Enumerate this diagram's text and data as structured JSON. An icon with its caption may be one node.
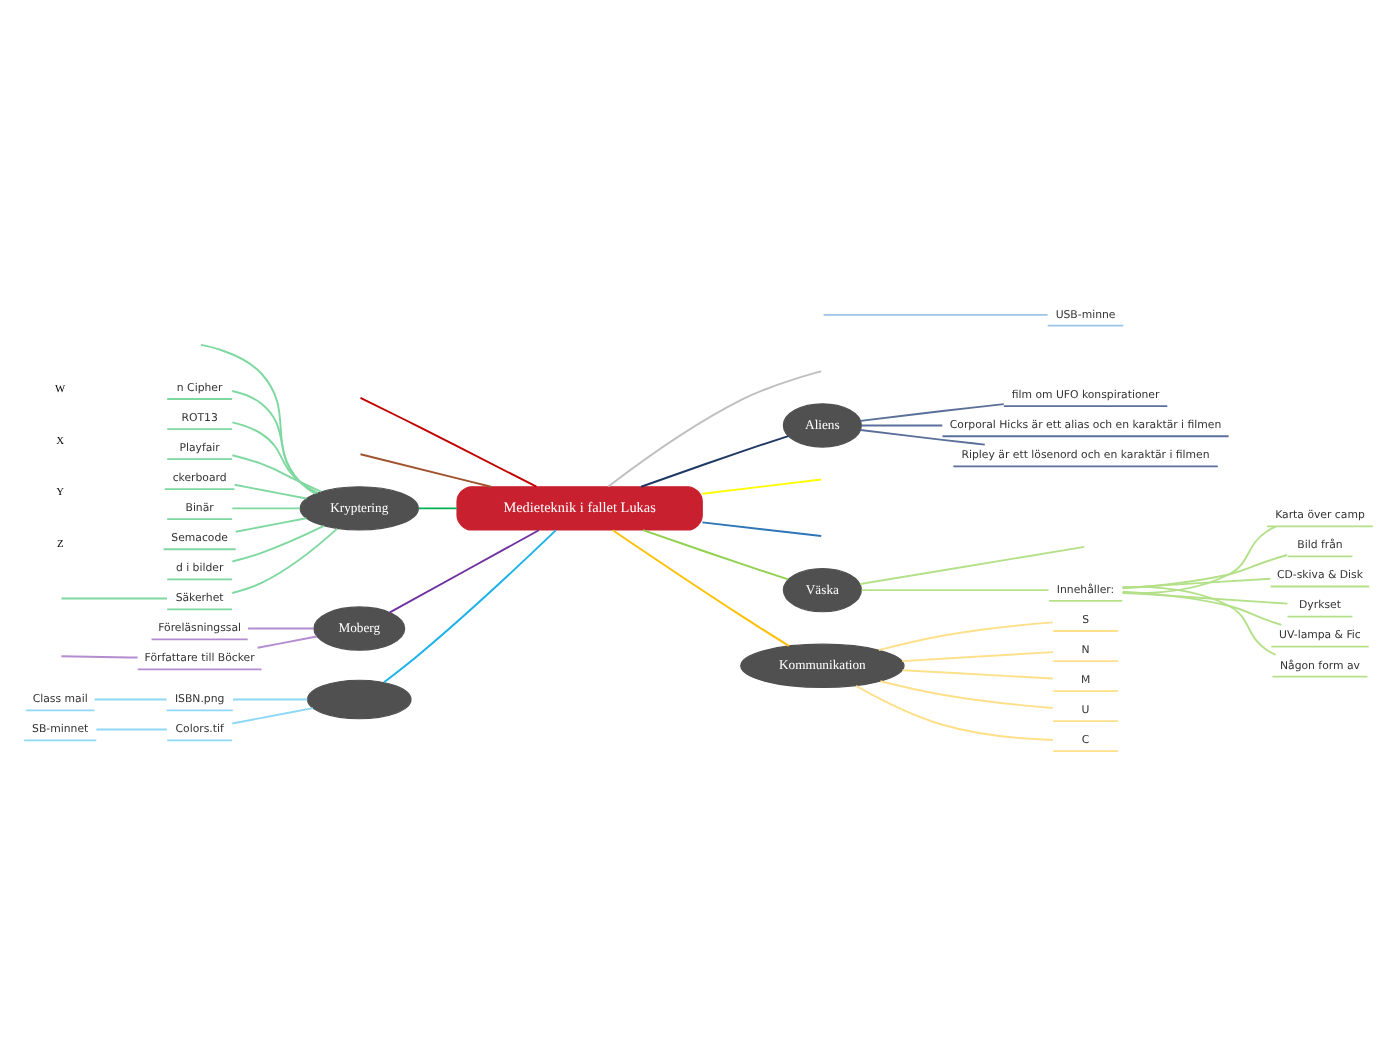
{
  "diagram": {
    "nodes": [
      {
        "text": [
          "Medieteknik i fallet Lukas"
        ]
      },
      {
        "text": [
          "Väska"
        ]
      },
      {
        "text": [
          "Innehåller:"
        ]
      },
      {
        "text": [
          "Karta över camp"
        ]
      },
      {
        "text": [
          "Bild från"
        ]
      },
      {
        "text": [
          "CD-skiva & Disk"
        ]
      },
      {
        "text": [
          "Dyrkset"
        ]
      },
      {
        "text": [
          "UV-lampa & Fic"
        ]
      },
      {
        "text": [
          "Någon form av"
        ]
      },
      {
        "text": [
          "Kryptering"
        ]
      },
      {
        "text": [
          "n Cipher"
        ]
      },
      {
        "text": [
          "ROT13"
        ]
      },
      {
        "text": [
          "Playfair"
        ]
      },
      {
        "text": [
          "ckerboard"
        ]
      },
      {
        "text": [
          "Binär"
        ]
      },
      {
        "text": [
          "Semacode"
        ]
      },
      {
        "text": [
          "d i bilder"
        ]
      },
      {
        "text": [
          "Säkerhet"
        ]
      },
      {
        "text": [
          "Kommunikation"
        ]
      },
      {
        "text": [
          "S"
        ]
      },
      {
        "text": [
          "N"
        ]
      },
      {
        "text": [
          "M"
        ]
      },
      {
        "text": [
          "U"
        ]
      },
      {
        "text": [
          "C"
        ]
      },
      {
        "text": [
          "Moberg"
        ]
      },
      {
        "text": [
          "Föreläsningssal"
        ]
      },
      {
        "text": [
          "Författare till Böcker"
        ]
      },
      {
        "text": [
          "Aliens"
        ]
      },
      {
        "text": [
          "film om UFO konspirationer"
        ]
      },
      {
        "text": [
          "Corporal Hicks är ett alias och en karaktär i filmen"
        ]
      },
      {
        "text": [
          "Ripley är ett lösenord och en karaktär i filmen"
        ]
      },
      {
        "text": [
          "USB-minne"
        ]
      },
      {
        "text": [],
        "shape": "ellipse"
      },
      {
        "text": [
          "ISBN.png"
        ]
      },
      {
        "text": [
          "Class mail"
        ]
      },
      {
        "text": [
          "Colors.tif"
        ]
      },
      {
        "text": [
          "SB-minnet"
        ]
      }
    ],
    "edges": [
      {
        "from": 0,
        "to": null,
        "arrow": "none",
        "color": "#bfbfbf"
      },
      {
        "from": 0,
        "to": null,
        "arrow": "none",
        "color": "#c00000"
      },
      {
        "from": 0,
        "to": 1,
        "arrow": "none",
        "color": "#92d050"
      },
      {
        "from": 1,
        "to": null,
        "arrow": "none",
        "color": "#b5e08a"
      },
      {
        "from": 1,
        "to": 2,
        "arrow": "none",
        "color": "#b5e08a"
      },
      {
        "from": 2,
        "to": 3,
        "arrow": "none",
        "color": "#b5e08a"
      },
      {
        "from": 2,
        "to": 4,
        "arrow": "none",
        "color": "#b5e08a"
      },
      {
        "from": 2,
        "to": 5,
        "arrow": "none",
        "color": "#b5e08a"
      },
      {
        "from": 2,
        "to": 6,
        "arrow": "none",
        "color": "#b5e08a"
      },
      {
        "from": 2,
        "to": 7,
        "arrow": "none",
        "color": "#b5e08a"
      },
      {
        "from": 2,
        "to": 8,
        "arrow": "none",
        "color": "#b5e08a"
      },
      {
        "from": 0,
        "to": 9,
        "arrow": "none",
        "color": "#00b050"
      },
      {
        "from": 9,
        "to": null,
        "arrow": "none",
        "color": "#7fd8a0"
      },
      {
        "from": 9,
        "to": 10,
        "arrow": "none",
        "color": "#7fd8a0"
      },
      {
        "from": 9,
        "to": 11,
        "arrow": "none",
        "color": "#7fd8a0"
      },
      {
        "from": 9,
        "to": 12,
        "arrow": "none",
        "color": "#7fd8a0"
      },
      {
        "from": 9,
        "to": 13,
        "arrow": "none",
        "color": "#7fd8a0"
      },
      {
        "from": 9,
        "to": 14,
        "arrow": "none",
        "color": "#7fd8a0"
      },
      {
        "from": 9,
        "to": 15,
        "arrow": "none",
        "color": "#7fd8a0"
      },
      {
        "from": 9,
        "to": 16,
        "arrow": "none",
        "color": "#7fd8a0"
      },
      {
        "from": 9,
        "to": 17,
        "arrow": "none",
        "color": "#7fd8a0"
      },
      {
        "from": 17,
        "to": null,
        "arrow": "none",
        "color": "#7fd8a0"
      },
      {
        "from": 0,
        "to": 18,
        "arrow": "none",
        "color": "#ffc000"
      },
      {
        "from": 18,
        "to": 19,
        "arrow": "none",
        "color": "#ffe08a"
      },
      {
        "from": 18,
        "to": 20,
        "arrow": "none",
        "color": "#ffe08a"
      },
      {
        "from": 18,
        "to": 21,
        "arrow": "none",
        "color": "#ffe08a"
      },
      {
        "from": 18,
        "to": 22,
        "arrow": "none",
        "color": "#ffe08a"
      },
      {
        "from": 18,
        "to": 23,
        "arrow": "none",
        "color": "#ffe08a"
      },
      {
        "from": 0,
        "to": 24,
        "arrow": "none",
        "color": "#7030a0"
      },
      {
        "from": 24,
        "to": 25,
        "arrow": "none",
        "color": "#b48cd0"
      },
      {
        "from": 24,
        "to": 26,
        "arrow": "none",
        "color": "#b48cd0"
      },
      {
        "from": 26,
        "to": null,
        "arrow": "none",
        "color": "#b48cd0"
      },
      {
        "from": 0,
        "to": 27,
        "arrow": "none",
        "color": "#1f3864"
      },
      {
        "from": 27,
        "to": 28,
        "arrow": "none",
        "color": "#5a6f9a"
      },
      {
        "from": 27,
        "to": 29,
        "arrow": "none",
        "color": "#5a6f9a"
      },
      {
        "from": 27,
        "to": 30,
        "arrow": "none",
        "color": "#5a6f9a"
      },
      {
        "from": null,
        "to": 31,
        "arrow": "none",
        "color": "#9dc3e6"
      },
      {
        "from": 0,
        "to": 32,
        "arrow": "none",
        "color": "#1ab2e8"
      },
      {
        "from": 32,
        "to": 33,
        "arrow": "none",
        "color": "#8fd8f5"
      },
      {
        "from": 33,
        "to": 34,
        "arrow": "none",
        "color": "#8fd8f5"
      },
      {
        "from": 32,
        "to": 35,
        "arrow": "none",
        "color": "#8fd8f5"
      },
      {
        "from": 35,
        "to": 36,
        "arrow": "none",
        "color": "#8fd8f5"
      },
      {
        "from": 0,
        "to": null,
        "arrow": "none",
        "color": "#a0522d"
      },
      {
        "from": 0,
        "to": null,
        "arrow": "none",
        "color": "#ffff00"
      },
      {
        "from": 0,
        "to": null,
        "arrow": "none",
        "color": "#2e75b6"
      }
    ],
    "labels": [
      "W",
      "X",
      "Y",
      "Z"
    ]
  }
}
